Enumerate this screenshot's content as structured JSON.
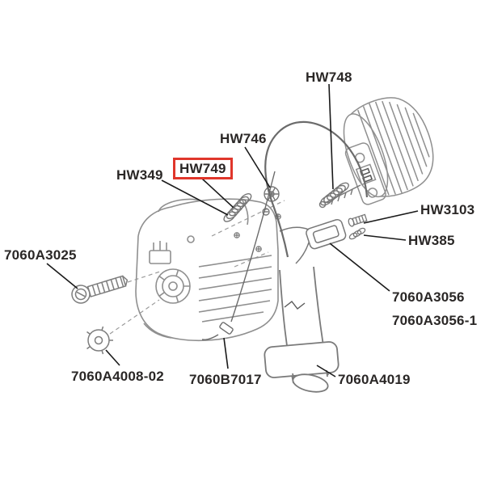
{
  "diagram": {
    "description": "Exploded parts diagram of a blower / dryer motor assembly with part-number callouts",
    "background_color": "#ffffff",
    "label_color": "#2a2726",
    "leader_line_color": "#1a1a1a",
    "part_line_color": "#8f8f8f",
    "highlight_box_color": "#e0362b",
    "highlighted_part": "HW749"
  },
  "labels": {
    "hw748": "HW748",
    "hw746": "HW746",
    "hw349": "HW349",
    "hw749": "HW749",
    "hw3103": "HW3103",
    "hw385": "HW385",
    "p7060a3025": "7060A3025",
    "p7060a3056": "7060A3056",
    "p7060a3056_1": "7060A3056-1",
    "p7060a4008_02": "7060A4008-02",
    "p7060b7017": "7060B7017",
    "p7060a4019": "7060A4019"
  }
}
